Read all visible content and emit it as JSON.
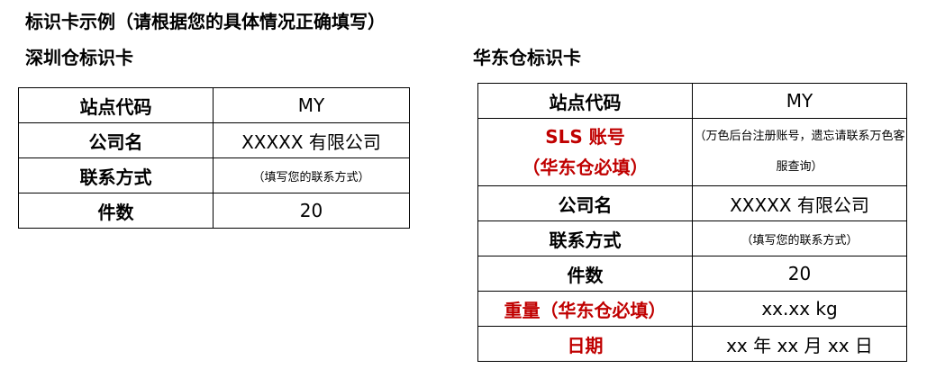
{
  "heading": "标识卡示例（请根据您的具体情况正确填写）",
  "left_card": {
    "title": "深圳仓标识卡",
    "rows": [
      {
        "label": "站点代码",
        "value": "MY"
      },
      {
        "label": "公司名",
        "value": "XXXXX 有限公司"
      },
      {
        "label": "联系方式",
        "value": "（填写您的联系方式）"
      },
      {
        "label": "件数",
        "value": "20"
      }
    ]
  },
  "right_card": {
    "title": "华东仓标识卡",
    "rows": [
      {
        "label": "站点代码",
        "value": "MY"
      },
      {
        "label_line1": "SLS 账号",
        "label_line2": "（华东仓必填）",
        "value": "（万色后台注册账号，遗忘请联系万色客服查询）"
      },
      {
        "label": "公司名",
        "value": "XXXXX 有限公司"
      },
      {
        "label": "联系方式",
        "value": "（填写您的联系方式）"
      },
      {
        "label": "件数",
        "value": "20"
      },
      {
        "label": "重量（华东仓必填）",
        "value": "xx.xx kg"
      },
      {
        "label": "日期",
        "value": "xx 年 xx 月 xx 日"
      }
    ]
  },
  "colors": {
    "required_label": "#c00000",
    "text": "#000000",
    "border": "#000000"
  }
}
